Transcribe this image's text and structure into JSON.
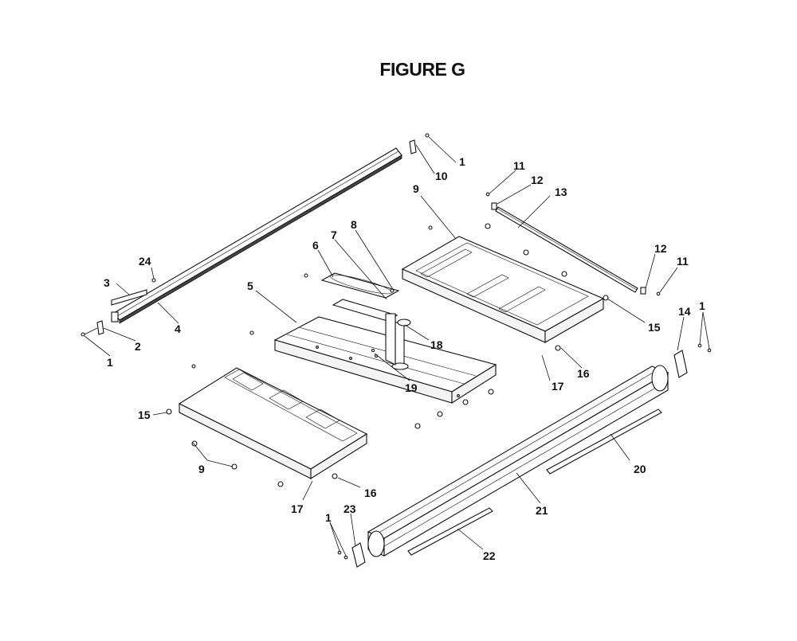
{
  "figure": {
    "title": "FIGURE G"
  },
  "callouts": [
    {
      "id": "c1a",
      "text": "1"
    },
    {
      "id": "c10",
      "text": "10"
    },
    {
      "id": "c11a",
      "text": "11"
    },
    {
      "id": "c12a",
      "text": "12"
    },
    {
      "id": "c13",
      "text": "13"
    },
    {
      "id": "c9a",
      "text": "9"
    },
    {
      "id": "c8",
      "text": "8"
    },
    {
      "id": "c7",
      "text": "7"
    },
    {
      "id": "c6",
      "text": "6"
    },
    {
      "id": "c24",
      "text": "24"
    },
    {
      "id": "c5",
      "text": "5"
    },
    {
      "id": "c3",
      "text": "3"
    },
    {
      "id": "c4",
      "text": "4"
    },
    {
      "id": "c2",
      "text": "2"
    },
    {
      "id": "c1b",
      "text": "1"
    },
    {
      "id": "c12b",
      "text": "12"
    },
    {
      "id": "c11b",
      "text": "11"
    },
    {
      "id": "c14",
      "text": "14"
    },
    {
      "id": "c1c",
      "text": "1"
    },
    {
      "id": "c15a",
      "text": "15"
    },
    {
      "id": "c18",
      "text": "18"
    },
    {
      "id": "c16a",
      "text": "16"
    },
    {
      "id": "c17a",
      "text": "17"
    },
    {
      "id": "c19",
      "text": "19"
    },
    {
      "id": "c15b",
      "text": "15"
    },
    {
      "id": "c20",
      "text": "20"
    },
    {
      "id": "c9b",
      "text": "9"
    },
    {
      "id": "c16b",
      "text": "16"
    },
    {
      "id": "c21",
      "text": "21"
    },
    {
      "id": "c17b",
      "text": "17"
    },
    {
      "id": "c23",
      "text": "23"
    },
    {
      "id": "c1d",
      "text": "1"
    },
    {
      "id": "c22",
      "text": "22"
    }
  ]
}
